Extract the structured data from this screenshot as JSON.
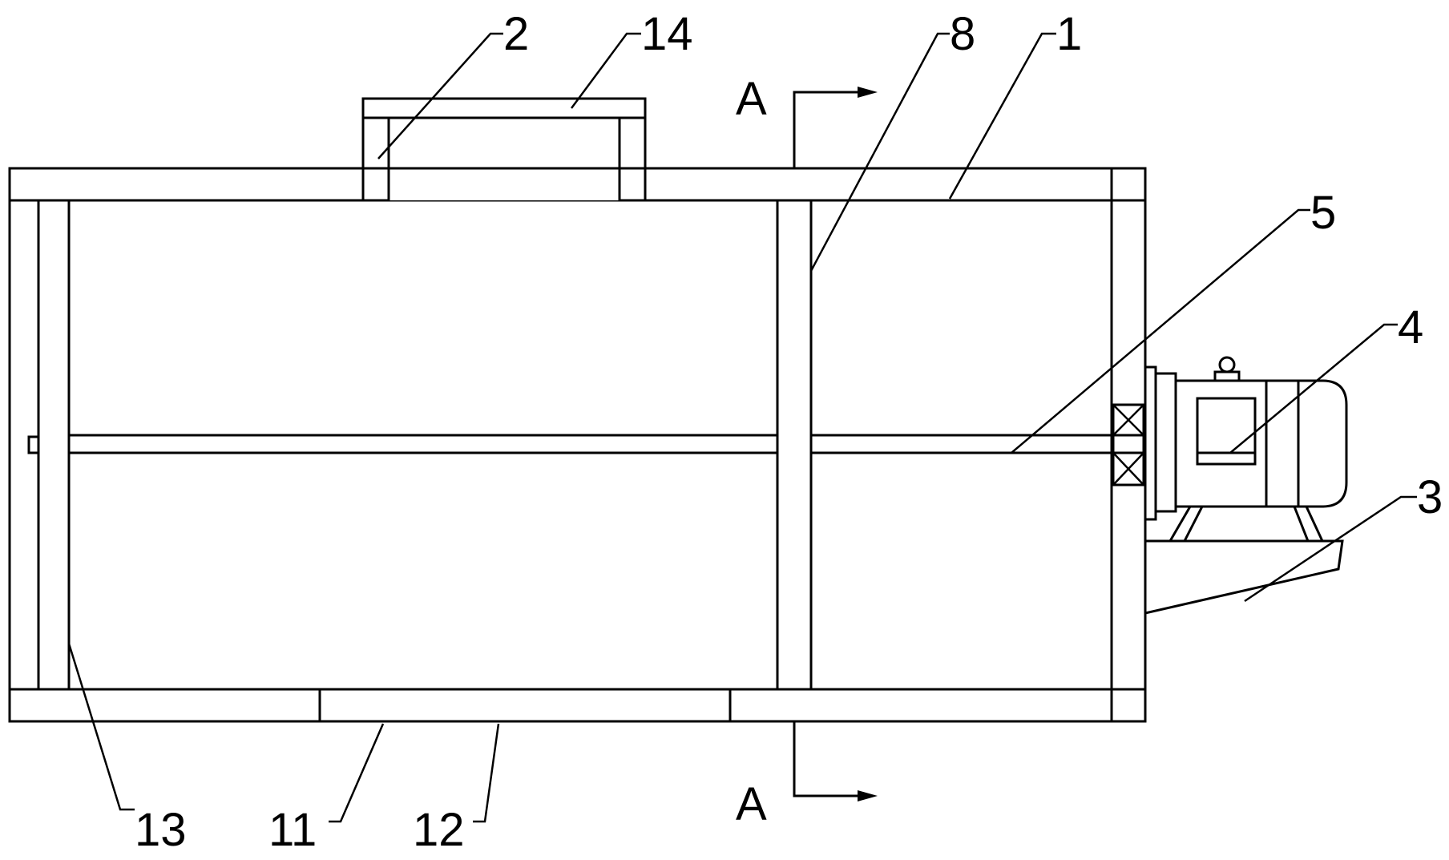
{
  "section_marks": {
    "top": "A",
    "bottom": "A"
  },
  "callouts": [
    {
      "id": "c2",
      "label": "2"
    },
    {
      "id": "c14",
      "label": "14"
    },
    {
      "id": "c8",
      "label": "8"
    },
    {
      "id": "c1",
      "label": "1"
    },
    {
      "id": "c5",
      "label": "5"
    },
    {
      "id": "c4",
      "label": "4"
    },
    {
      "id": "c3",
      "label": "3"
    },
    {
      "id": "c13",
      "label": "13"
    },
    {
      "id": "c11",
      "label": "11"
    },
    {
      "id": "c12",
      "label": "12"
    }
  ]
}
